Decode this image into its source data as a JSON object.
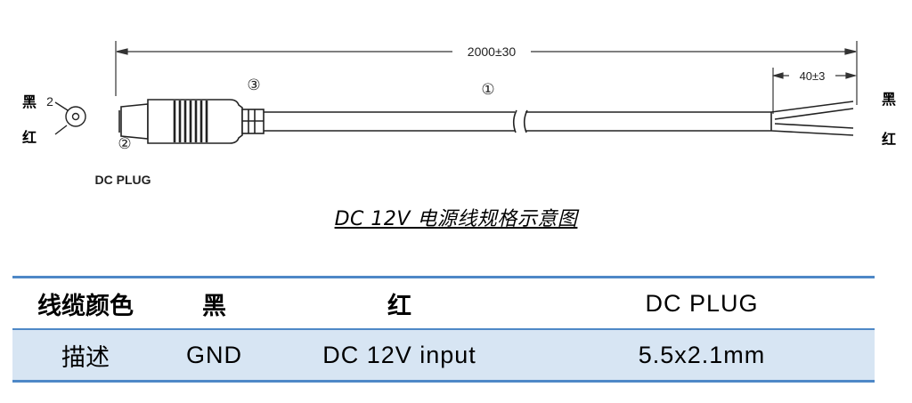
{
  "diagram": {
    "total_length": "2000±30",
    "strip_length": "40±3",
    "part_cable": "①",
    "part_plug": "②",
    "part_body": "③",
    "plug_pin_number": "2",
    "left_black": "黑",
    "left_red": "红",
    "right_black": "黑",
    "right_red": "红",
    "plug_label": "DC PLUG"
  },
  "caption": "DC  12V  电源线规格示意图",
  "table": {
    "header": [
      "线缆颜色",
      "黑",
      "红",
      "DC  PLUG"
    ],
    "row": [
      "描述",
      "GND",
      "DC  12V  input",
      "5.5x2.1mm"
    ],
    "border_color": "#4e88c7",
    "row_fill": "#d7e5f3"
  }
}
